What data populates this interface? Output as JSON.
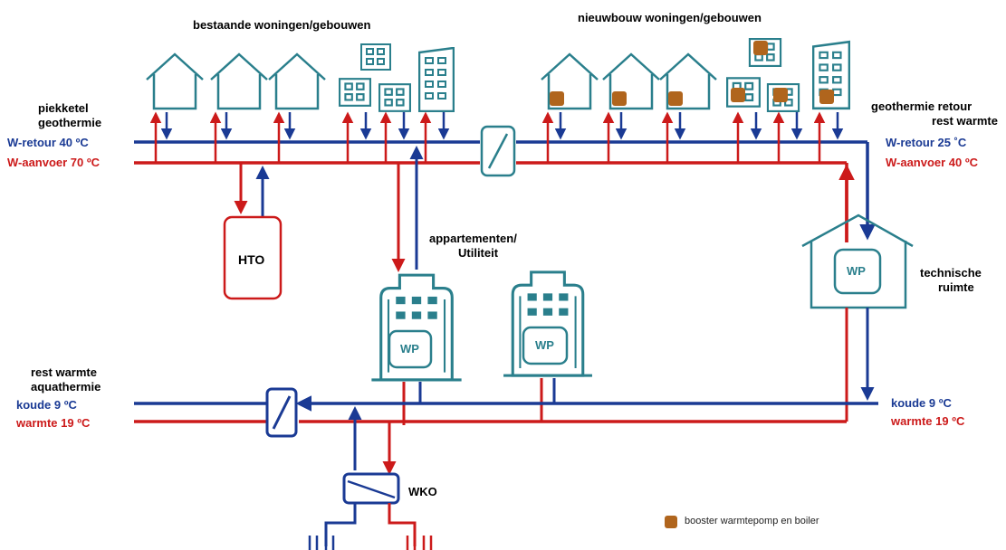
{
  "labels": {
    "existing_buildings": "bestaande woningen/gebouwen",
    "new_buildings": "nieuwbouw woningen/gebouwen",
    "left_source_1": "piekketel",
    "left_source_2": "geothermie",
    "left_return": "W-retour 40 ºC",
    "left_supply": "W-aanvoer 70 ºC",
    "right_source_1": "geothermie retour",
    "right_source_2": "rest warmte",
    "right_return": "W-retour 25 ˚C",
    "right_supply": "W-aanvoer 40 ºC",
    "hto": "HTO",
    "apartments_1": "appartementen/",
    "apartments_2": "Utiliteit",
    "wp_apartments": "WP",
    "wp_utility": "WP",
    "wp_technical": "WP",
    "technical_room_1": "technische",
    "technical_room_2": "ruimte",
    "rest_heat_1": "rest warmte",
    "rest_heat_2": "aquathermie",
    "left_cold": "koude 9 ºC",
    "left_warm": "warmte 19 ºC",
    "right_cold": "koude 9 ºC",
    "right_warm": "warmte 19 ºC",
    "wko": "WKO",
    "legend": "booster warmtepomp en boiler"
  },
  "colors": {
    "supply_red": "#cc1a1a",
    "return_blue": "#1a3a94",
    "building_teal": "#2a7f8c",
    "booster_brown": "#b0651d",
    "exchanger_blue": "#1a3a94"
  }
}
